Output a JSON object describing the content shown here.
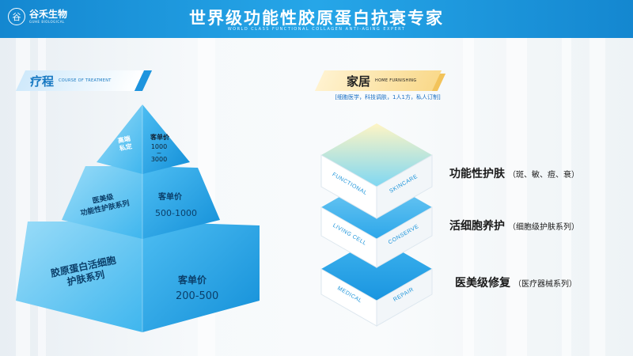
{
  "header": {
    "logo_mark": "谷",
    "logo_cn": "谷禾生物",
    "logo_en": "GUHE BIOLOGICAL",
    "title": "世界级功能性胶原蛋白抗衰专家",
    "subtitle": "WORLD CLASS FUNCTIONAL COLLAGEN ANTI-AGING EXPERT"
  },
  "left_section": {
    "title": "疗程",
    "title_en": "COURSE OF TREATMENT"
  },
  "right_section": {
    "title": "家居",
    "title_en": "HOME FURNISHING",
    "note": "[细胞医学，科技调肤，1人1方，私人订制]"
  },
  "pyramid": [
    {
      "name_lines": [
        "高端",
        "私定"
      ],
      "price_label": "客单价",
      "price_lines": [
        "1000",
        "~",
        "3000"
      ]
    },
    {
      "name_lines": [
        "医美级",
        "功能性护肤系列"
      ],
      "price_label": "客单价",
      "price_lines": [
        "500-1000"
      ]
    },
    {
      "name_lines": [
        "胶原蛋白活细胞",
        "护肤系列"
      ],
      "price_label": "客单价",
      "price_lines": [
        "200-500"
      ]
    }
  ],
  "cubes": [
    {
      "left": "FUNCTIONAL",
      "right": "SKINCARE",
      "title": "功能性护肤",
      "detail": "（斑、敏、痘、衰）"
    },
    {
      "left": "LIVING CELL",
      "right": "CONSERVE",
      "title": "活细胞养护",
      "detail": "（细胞级护肤系列）"
    },
    {
      "left": "MEDICAL",
      "right": "REPAIR",
      "title": "医美级修复",
      "detail": "（医疗器械系列）"
    }
  ],
  "colors": {
    "header": "#1e9de0",
    "pyramid_light": "#7fd3f7",
    "pyramid_dark": "#1ba0e6",
    "cube_face": "#ffffff",
    "cube_text": "#1c94da",
    "label_yellow": "#f7d27a",
    "label_blue": "#1e94de"
  }
}
